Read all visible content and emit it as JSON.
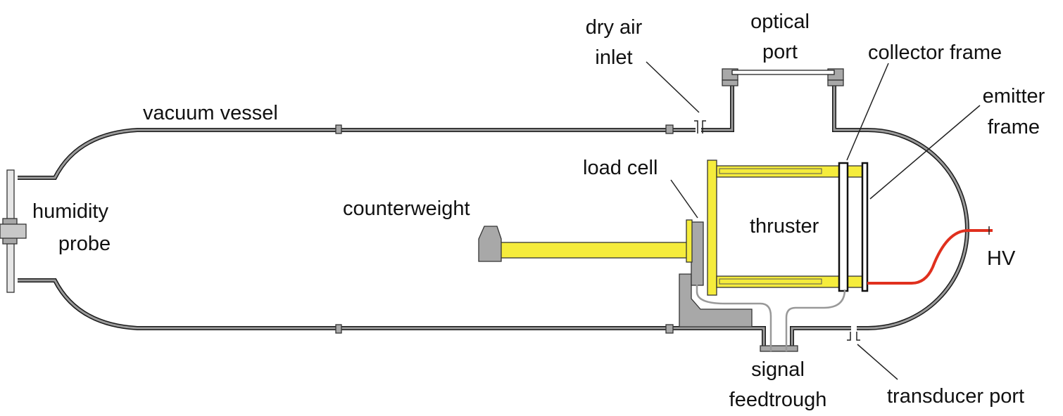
{
  "labels": {
    "dry_air_inlet": [
      "dry air",
      "inlet"
    ],
    "optical_port": [
      "optical",
      "port"
    ],
    "collector_frame": "collector frame",
    "emitter_frame": [
      "emitter",
      "frame"
    ],
    "vacuum_vessel": "vacuum vessel",
    "load_cell": "load cell",
    "humidity_probe": [
      "humidity",
      "probe"
    ],
    "counterweight": "counterweight",
    "thruster": "thruster",
    "hv": "HV",
    "signal_feedthrough": [
      "signal",
      "feedtrough"
    ],
    "transducer_port": "transducer port"
  },
  "colors": {
    "vessel": "#a0a0a0",
    "structure": "#f5ec3c",
    "hv_cable": "#e0301e",
    "signal_cable": "#a0a0a0"
  }
}
